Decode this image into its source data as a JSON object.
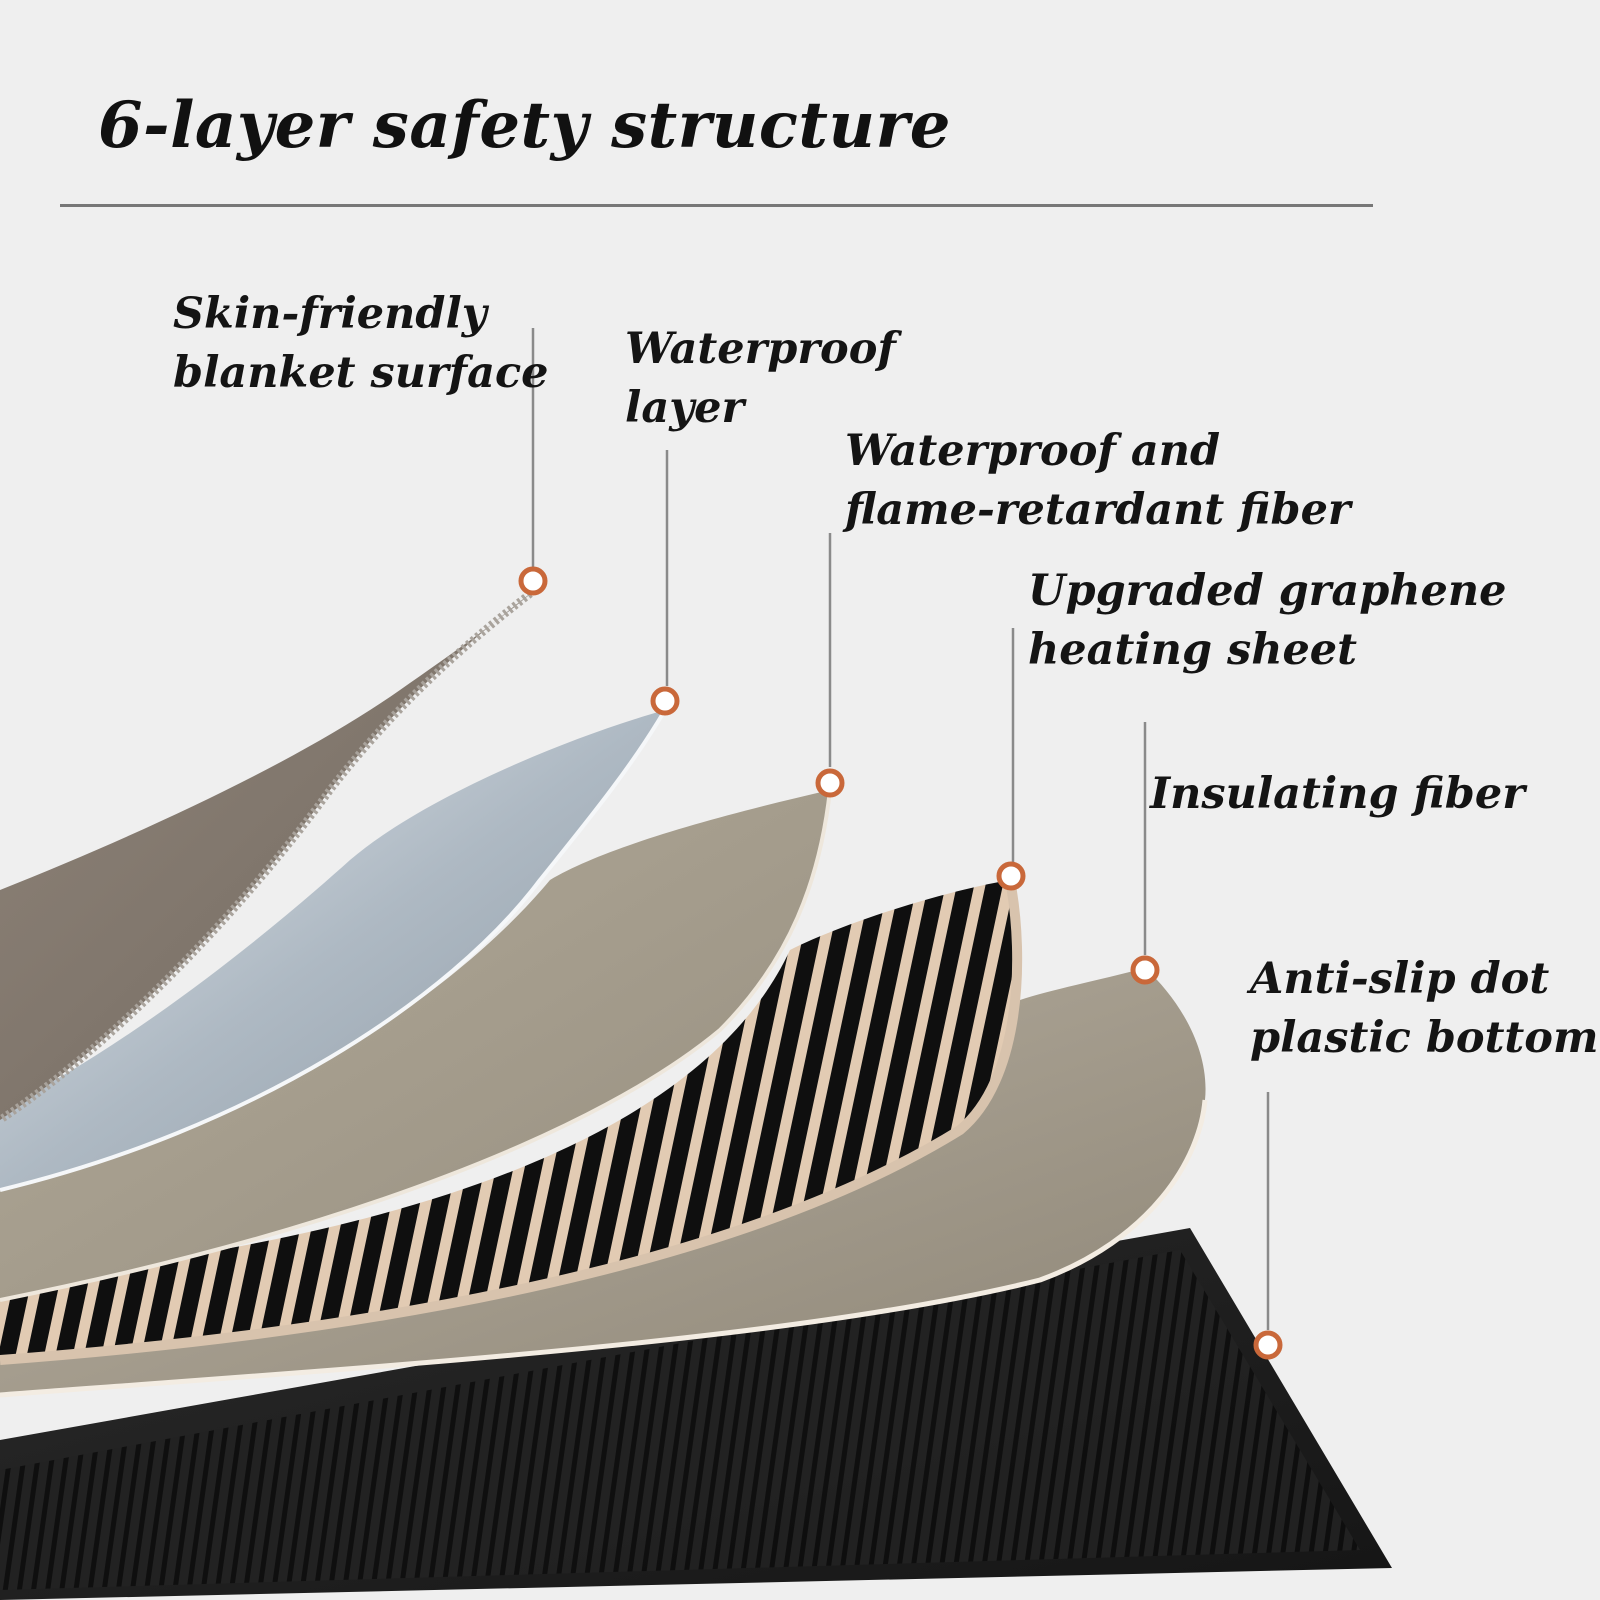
{
  "title": "6-layer safety structure",
  "layers": [
    {
      "line1": "Skin-friendly",
      "line2": "blanket surface"
    },
    {
      "line1": "Waterproof",
      "line2": "layer"
    },
    {
      "line1": "Waterproof and",
      "line2": "flame-retardant fiber"
    },
    {
      "line1": "Upgraded graphene",
      "line2": "heating sheet"
    },
    {
      "line1": "Insulating fiber",
      "line2": ""
    },
    {
      "line1": "Anti-slip dot",
      "line2": "plastic bottom"
    }
  ],
  "colors": {
    "background": "#efefef",
    "marker_ring": "#c9683a",
    "leader_line": "#8a8a8a",
    "blanket": "#8a7f74",
    "waterproof": "#b8c3cc",
    "fiber": "#a8a090",
    "heating_stripe": "#111111",
    "heating_gap": "#d9c2aa",
    "bottom": "#1f1f1f"
  }
}
